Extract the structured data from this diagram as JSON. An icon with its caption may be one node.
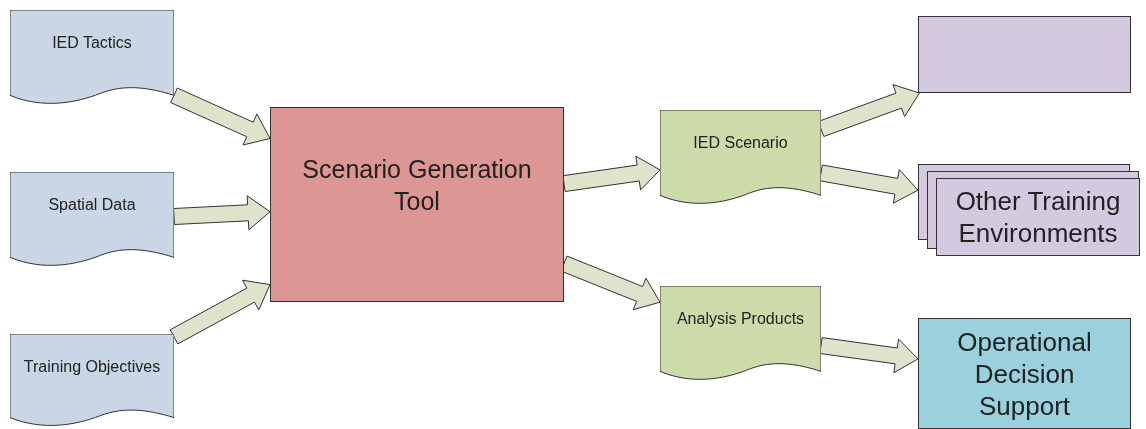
{
  "diagram": {
    "nodes": [
      {
        "text": [
          "IED Tactics"
        ]
      },
      {
        "text": [
          "Spatial Data"
        ]
      },
      {
        "text": [
          "Training Objectives"
        ]
      },
      {
        "text": [
          "Scenario Generation Tool"
        ]
      },
      {
        "text": [
          "IED Scenario"
        ]
      },
      {
        "text": [
          "Analysis Products"
        ]
      },
      {
        "text": [],
        "shape": "box"
      },
      {
        "text": [
          "Other Training Environments"
        ]
      },
      {
        "text": [
          "Operational Decision Support"
        ]
      }
    ],
    "edges": [
      {
        "from": 0,
        "to": 3,
        "arrow": "to"
      },
      {
        "from": 1,
        "to": 3,
        "arrow": "to"
      },
      {
        "from": 2,
        "to": 3,
        "arrow": "to"
      },
      {
        "from": 3,
        "to": 4,
        "arrow": "to"
      },
      {
        "from": 3,
        "to": 5,
        "arrow": "to"
      },
      {
        "from": 4,
        "to": 6,
        "arrow": "to"
      },
      {
        "from": 4,
        "to": 7,
        "arrow": "to"
      },
      {
        "from": 5,
        "to": 8,
        "arrow": "to"
      }
    ]
  }
}
